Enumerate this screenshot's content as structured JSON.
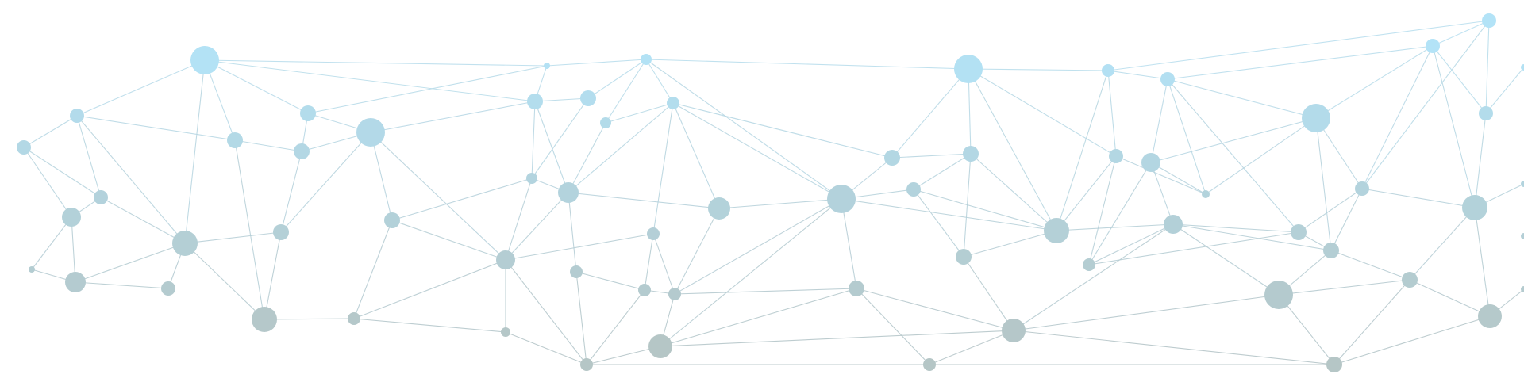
{
  "graphic": {
    "kind": "network-mesh-decorative",
    "colors": {
      "background": "#ffffff",
      "node_top": "#b3e3f7",
      "node_mid": "#b3d3dd",
      "node_bottom": "#b5c6c6",
      "edge_top": "#b7dff0",
      "edge_bottom": "#b2c3c6"
    },
    "node_count": 78,
    "edge_count": 175
  }
}
